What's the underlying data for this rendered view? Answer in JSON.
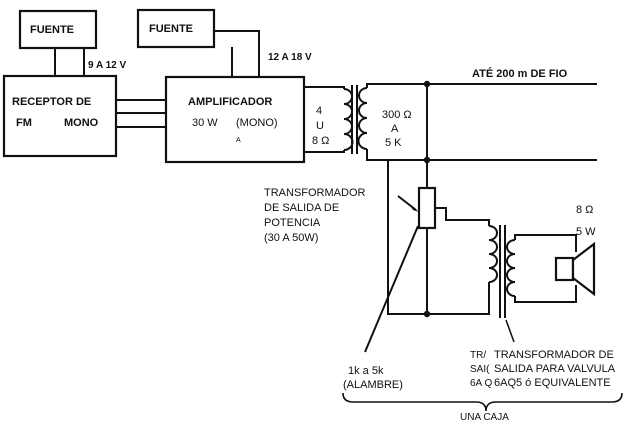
{
  "blocks": {
    "fuente_left": "FUENTE",
    "fuente_right": "FUENTE",
    "receptor_line1": "RECEPTOR DE",
    "receptor_line2_a": "FM",
    "receptor_line2_b": "MONO",
    "amp_line1": "AMPLIFICADOR",
    "amp_line2_a": "30 W",
    "amp_line2_b": "(MONO)",
    "amp_mark": "A"
  },
  "supply_labels": {
    "receptor_supply": "9 A 12 V",
    "amp_supply": "12 A 18 V"
  },
  "line_label": "ATÉ  200 m  DE  FIO",
  "output_transformer": {
    "primary_top": "4",
    "primary_mid": "U",
    "primary_bot": "8 Ω",
    "secondary_top": "300 Ω",
    "secondary_mid": "A",
    "secondary_bot": "5 K",
    "caption_line1": "TRANSFORMADOR",
    "caption_line2": "DE SALIDA DE",
    "caption_line3": "POTENCIA",
    "caption_line4": "(30 A 50W)"
  },
  "speaker": {
    "impedance": "8 Ω",
    "power": "5 W"
  },
  "potentiometer": {
    "value_line1": "1k a 5k",
    "value_line2": "(ALAMBRE)"
  },
  "valve_transformer": {
    "cut_line1": "TR/",
    "cut_line2": "SAI(",
    "cut_line3": "6A Q",
    "line1": "TRANSFORMADOR DE",
    "line2": "SALIDA PARA VALVULA",
    "line3": "6AQ5 ó EQUIVALENTE"
  },
  "enclosure_label": "UNA  CAJA"
}
